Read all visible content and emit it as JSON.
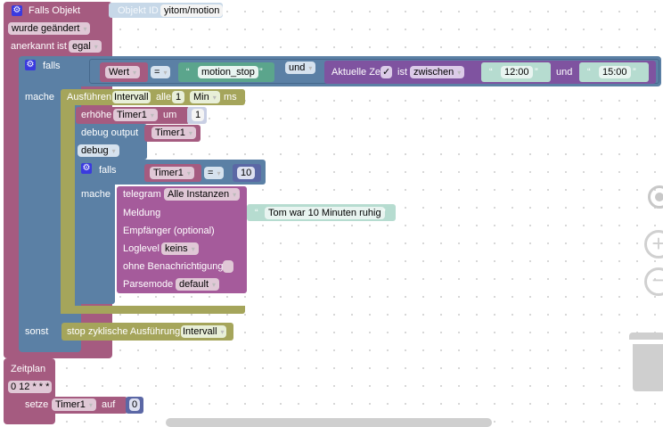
{
  "trigger": {
    "title": "Falls Objekt",
    "objid_label": "Objekt ID",
    "objid_value": "yitom/motion",
    "changed": "wurde geändert",
    "ack_label": "anerkannt ist",
    "ack_value": "egal"
  },
  "if_outer": {
    "falls": "falls",
    "mache": "mache",
    "sonst": "sonst",
    "cond1": {
      "var": "Wert",
      "op": "=",
      "text": "motion_stop"
    },
    "and": "und",
    "cond2": {
      "label": "Aktuelle Zeit",
      "check": "✓",
      "ist": "ist",
      "mode": "zwischen",
      "from": "12:00",
      "and": "und",
      "to": "15:00"
    }
  },
  "interval": {
    "label": "Ausführen",
    "name": "Intervall",
    "alle": "alle",
    "value": "1",
    "unit": "Min",
    "ms": "ms"
  },
  "increment": {
    "label": "erhöhe",
    "var": "Timer1",
    "um": "um",
    "value": "1"
  },
  "debug": {
    "label": "debug output",
    "var": "Timer1",
    "level": "debug"
  },
  "if_inner": {
    "falls": "falls",
    "mache": "mache",
    "var": "Timer1",
    "op": "=",
    "value": "10"
  },
  "telegram": {
    "label": "telegram",
    "instance": "Alle Instanzen",
    "meldung": "Meldung",
    "message": "Tom war 10 Minuten ruhig",
    "empfaenger": "Empfänger (optional)",
    "loglevel_label": "Loglevel",
    "loglevel": "keins",
    "silent": "ohne Benachrichtigung",
    "parsemode_label": "Parsemode",
    "parsemode": "default"
  },
  "stop": {
    "label": "stop zyklische Ausführung",
    "name": "Intervall"
  },
  "schedule": {
    "label": "Zeitplan",
    "cron": "0 12 * * *",
    "set_label": "setze",
    "var": "Timer1",
    "auf": "auf",
    "value": "0"
  },
  "quote_open": "“",
  "quote_close": "”"
}
